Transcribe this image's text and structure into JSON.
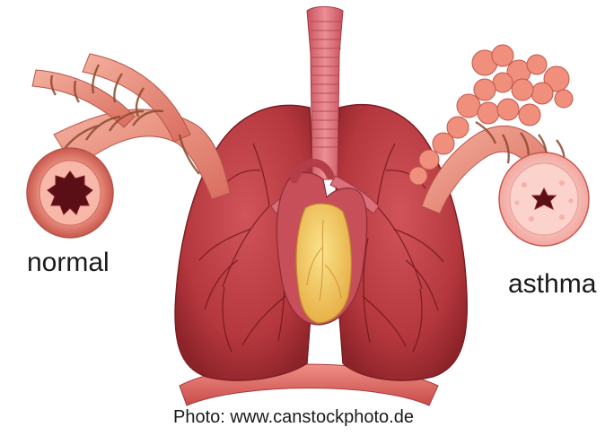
{
  "labels": {
    "normal": "normal",
    "asthma": "asthma",
    "credit": "Photo: www.canstockphoto.de"
  },
  "icons": {
    "trachea": "trachea-icon",
    "left_lung": "lung-icon",
    "right_lung": "lung-icon",
    "heart": "heart-icon",
    "diaphragm": "diaphragm-icon",
    "normal_bronchus": "airway-icon",
    "asthma_bronchus": "inflamed-airway-icon"
  },
  "colors": {
    "lung": "#b83a3f",
    "lung_dark": "#8c2329",
    "heart": "#f3c85a",
    "airway": "#e9897a",
    "muscle": "#9a5a3a",
    "lumen": "#5a0f16",
    "diaphragm": "#d9605e"
  }
}
